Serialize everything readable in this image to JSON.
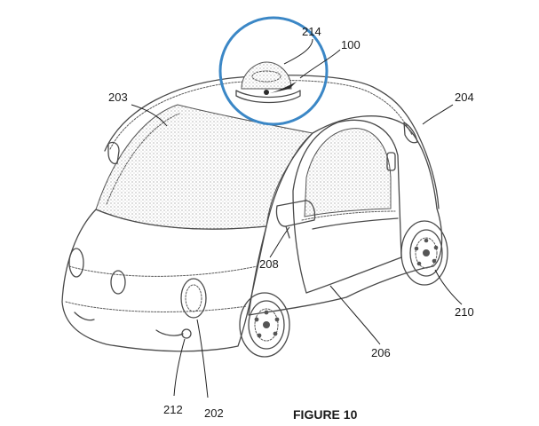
{
  "figure": {
    "caption": "FIGURE 10",
    "highlight_color": "#3b87c6",
    "callouts": [
      {
        "id": "214",
        "label": "214",
        "part": "sensor-dome"
      },
      {
        "id": "100",
        "label": "100",
        "part": "sensor-unit"
      },
      {
        "id": "203",
        "label": "203",
        "part": "windshield"
      },
      {
        "id": "204",
        "label": "204",
        "part": "rear-light"
      },
      {
        "id": "208",
        "label": "208",
        "part": "side-mirror"
      },
      {
        "id": "210",
        "label": "210",
        "part": "rear-wheel"
      },
      {
        "id": "206",
        "label": "206",
        "part": "door"
      },
      {
        "id": "212",
        "label": "212",
        "part": "front-bumper"
      },
      {
        "id": "202",
        "label": "202",
        "part": "headlight"
      }
    ]
  }
}
